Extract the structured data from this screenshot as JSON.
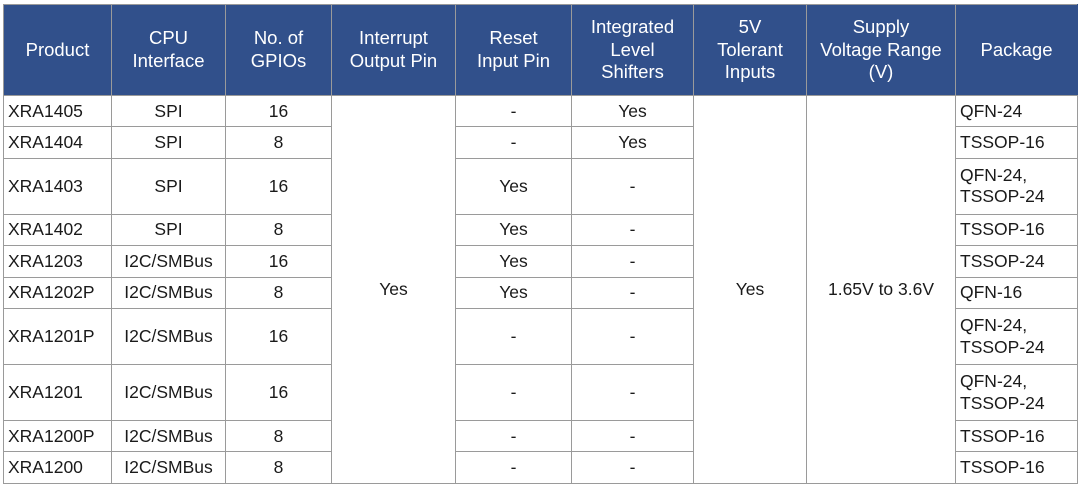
{
  "table": {
    "columns": [
      {
        "key": "product",
        "label": "Product"
      },
      {
        "key": "cpu",
        "label": "CPU Interface"
      },
      {
        "key": "gpios",
        "label": "No. of GPIOs"
      },
      {
        "key": "interrupt",
        "label": "Interrupt Output Pin"
      },
      {
        "key": "reset",
        "label": "Reset Input Pin"
      },
      {
        "key": "level",
        "label": "Integrated Level Shifters"
      },
      {
        "key": "tolerant",
        "label": "5V Tolerant Inputs"
      },
      {
        "key": "supply",
        "label": "Supply Voltage Range (V)"
      },
      {
        "key": "package",
        "label": "Package"
      }
    ],
    "header_lines": {
      "product": [
        "Product"
      ],
      "cpu": [
        "CPU",
        "Interface"
      ],
      "gpios": [
        "No. of",
        "GPIOs"
      ],
      "interrupt": [
        "Interrupt",
        "Output Pin"
      ],
      "reset": [
        "Reset",
        "Input Pin"
      ],
      "level": [
        "Integrated",
        "Level",
        "Shifters"
      ],
      "tolerant": [
        "5V",
        "Tolerant",
        "Inputs"
      ],
      "supply": [
        "Supply",
        "Voltage Range",
        "(V)"
      ],
      "package": [
        "Package"
      ]
    },
    "merged": {
      "interrupt_all": "Yes",
      "tolerant_all": "Yes",
      "supply_all": "1.65V to 3.6V"
    },
    "rows": [
      {
        "product": "XRA1405",
        "cpu": "SPI",
        "gpios": "16",
        "reset": "-",
        "level": "Yes",
        "package": [
          "QFN-24"
        ]
      },
      {
        "product": "XRA1404",
        "cpu": "SPI",
        "gpios": "8",
        "reset": "-",
        "level": "Yes",
        "package": [
          "TSSOP-16"
        ]
      },
      {
        "product": "XRA1403",
        "cpu": "SPI",
        "gpios": "16",
        "reset": "Yes",
        "level": "-",
        "package": [
          "QFN-24,",
          "TSSOP-24"
        ]
      },
      {
        "product": "XRA1402",
        "cpu": "SPI",
        "gpios": "8",
        "reset": "Yes",
        "level": "-",
        "package": [
          "TSSOP-16"
        ]
      },
      {
        "product": "XRA1203",
        "cpu": "I2C/SMBus",
        "gpios": "16",
        "reset": "Yes",
        "level": "-",
        "package": [
          "TSSOP-24"
        ]
      },
      {
        "product": "XRA1202P",
        "cpu": "I2C/SMBus",
        "gpios": "8",
        "reset": "Yes",
        "level": "-",
        "package": [
          "QFN-16"
        ]
      },
      {
        "product": "XRA1201P",
        "cpu": "I2C/SMBus",
        "gpios": "16",
        "reset": "-",
        "level": "-",
        "package": [
          "QFN-24,",
          "TSSOP-24"
        ]
      },
      {
        "product": "XRA1201",
        "cpu": "I2C/SMBus",
        "gpios": "16",
        "reset": "-",
        "level": "-",
        "package": [
          "QFN-24,",
          "TSSOP-24"
        ]
      },
      {
        "product": "XRA1200P",
        "cpu": "I2C/SMBus",
        "gpios": "8",
        "reset": "-",
        "level": "-",
        "package": [
          "TSSOP-16"
        ]
      },
      {
        "product": "XRA1200",
        "cpu": "I2C/SMBus",
        "gpios": "8",
        "reset": "-",
        "level": "-",
        "package": [
          "TSSOP-16"
        ]
      }
    ],
    "row_heights": [
      "short",
      "short",
      "tall",
      "short",
      "short",
      "short",
      "tall",
      "tall",
      "short",
      "short"
    ],
    "colors": {
      "header_background": "#31508B",
      "header_text": "#FFFFFF",
      "body_text": "#1A1A1A",
      "grid_line": "#9A9A9A",
      "page_background": "#FFFFFF"
    }
  }
}
